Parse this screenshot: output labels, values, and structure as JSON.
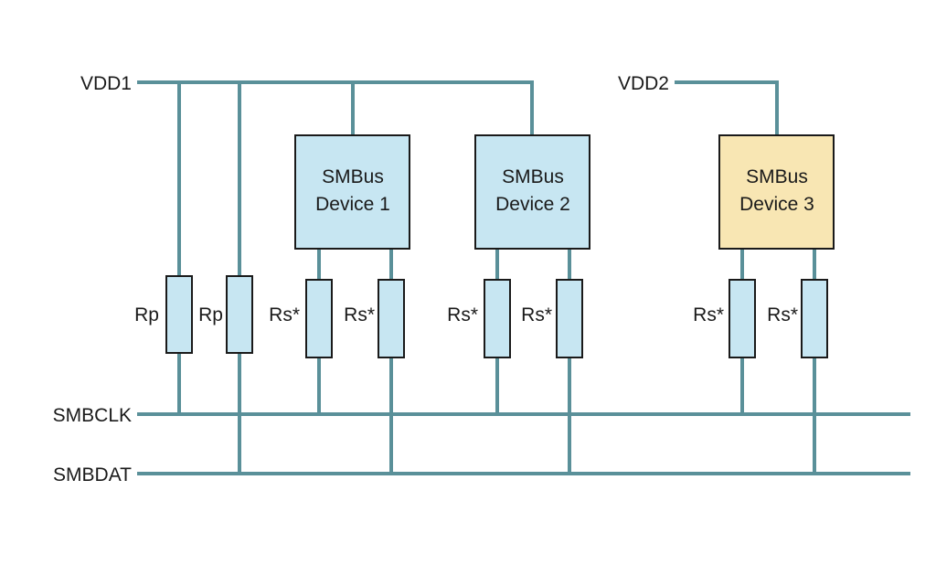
{
  "rails": {
    "vdd1": "VDD1",
    "vdd2": "VDD2",
    "smbclk": "SMBCLK",
    "smbdat": "SMBDAT"
  },
  "devices": [
    {
      "line1": "SMBus",
      "line2": "Device 1",
      "color": "#c7e6f2"
    },
    {
      "line1": "SMBus",
      "line2": "Device 2",
      "color": "#c7e6f2"
    },
    {
      "line1": "SMBus",
      "line2": "Device 3",
      "color": "#f8e6b3"
    }
  ],
  "resistors": {
    "pullup": "Rp",
    "series": "Rs*"
  },
  "colors": {
    "wire": "#5a9099",
    "resistor_fill": "#c7e6f2"
  }
}
